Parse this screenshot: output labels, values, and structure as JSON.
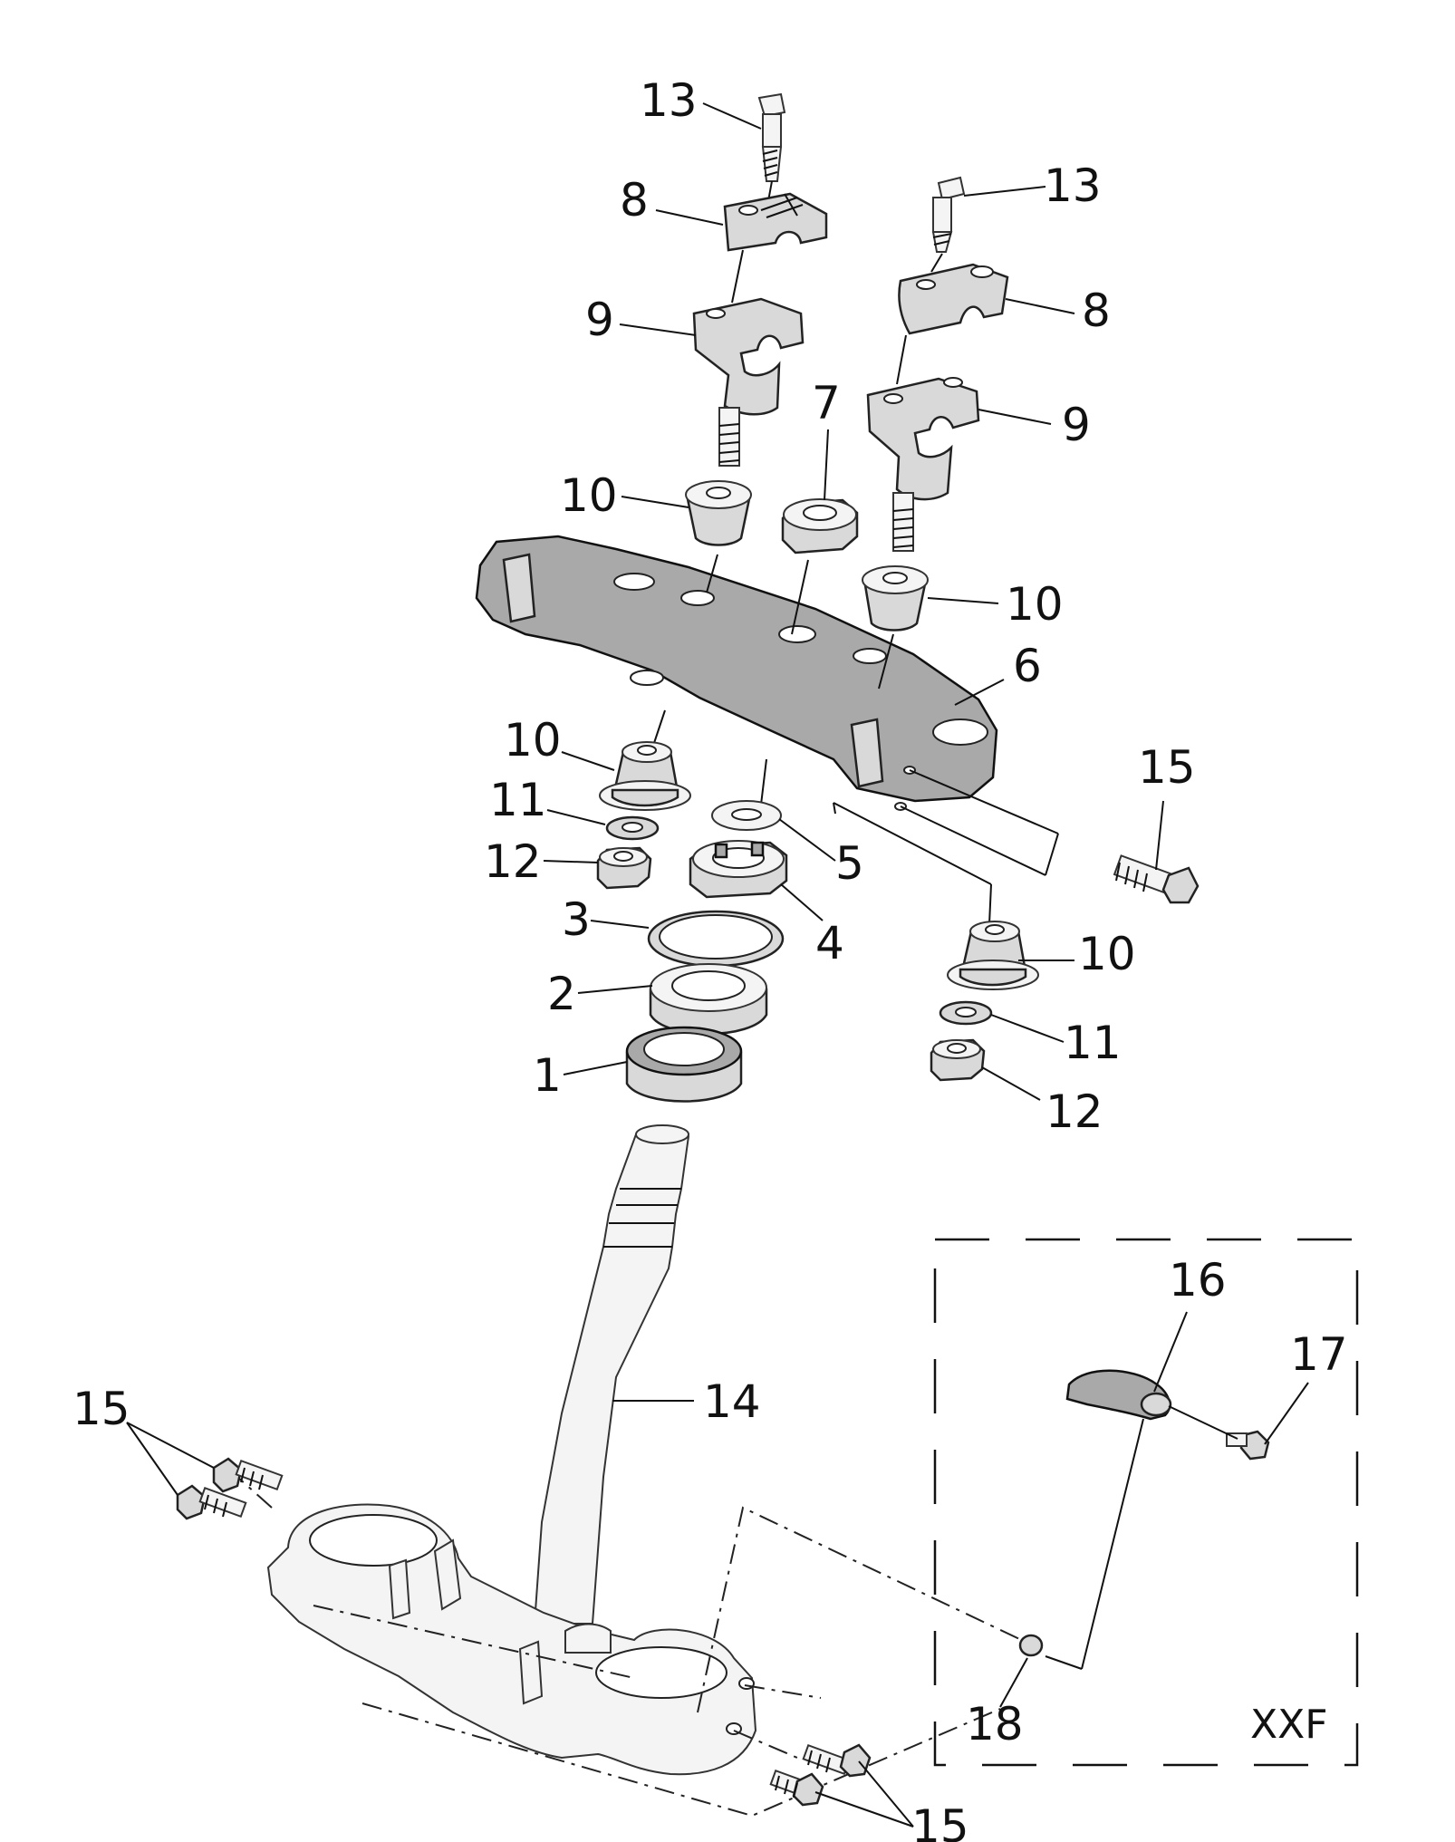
{
  "callouts": {
    "c1": "1",
    "c2": "2",
    "c3": "3",
    "c4": "4",
    "c5": "5",
    "c6": "6",
    "c7": "7",
    "c8_left": "8",
    "c8_right": "8",
    "c9_left": "9",
    "c9_right": "9",
    "c10_upper_left": "10",
    "c10_upper_right": "10",
    "c10_lower_left": "10",
    "c10_lower_right": "10",
    "c11_left": "11",
    "c11_right": "11",
    "c12_left": "12",
    "c12_right": "12",
    "c13_left": "13",
    "c13_right": "13",
    "c14": "14",
    "c15_top_clamp": "15",
    "c15_bottom_left": "15",
    "c15_bottom_right": "15",
    "c16": "16",
    "c17": "17",
    "c18": "18"
  },
  "inset": {
    "variant_label": "XXF"
  }
}
